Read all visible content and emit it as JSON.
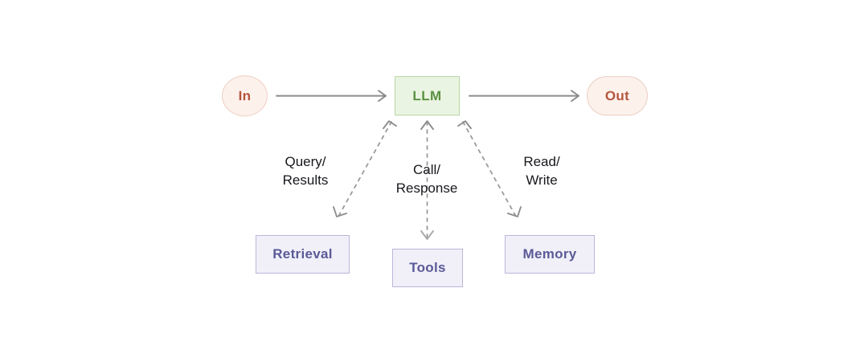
{
  "diagram": {
    "title": "LLM agent architecture flow",
    "background_color": "#ffffff",
    "nodes": {
      "input": {
        "label": "In",
        "shape": "circle",
        "fill": "#fdf1ec",
        "stroke": "#eccfc1",
        "text_color": "#b5553e"
      },
      "llm": {
        "label": "LLM",
        "shape": "rectangle",
        "fill": "#eaf4e2",
        "stroke": "#b9d8a4",
        "text_color": "#5a9141"
      },
      "output": {
        "label": "Out",
        "shape": "stadium",
        "fill": "#fdf1ec",
        "stroke": "#eccfc1",
        "text_color": "#b5553e"
      },
      "retrieval": {
        "label": "Retrieval",
        "shape": "rectangle",
        "fill": "#f1f0f9",
        "stroke": "#b9b7d8",
        "text_color": "#5b5a97"
      },
      "tools": {
        "label": "Tools",
        "shape": "rectangle",
        "fill": "#f1f0f9",
        "stroke": "#b9b7d8",
        "text_color": "#5b5a97"
      },
      "memory": {
        "label": "Memory",
        "shape": "rectangle",
        "fill": "#f1f0f9",
        "stroke": "#b9b7d8",
        "text_color": "#5b5a97"
      }
    },
    "edges": {
      "in_to_llm": {
        "label": "",
        "style": "solid",
        "direction": "forward",
        "color": "#8a8a8a"
      },
      "llm_to_out": {
        "label": "",
        "style": "solid",
        "direction": "forward",
        "color": "#8a8a8a"
      },
      "llm_retrieval": {
        "label": "Query/\nResults",
        "style": "dashed",
        "direction": "bidirectional",
        "color": "#9a9a9a"
      },
      "llm_tools": {
        "label": "Call/\nResponse",
        "style": "dashed",
        "direction": "bidirectional",
        "color": "#9a9a9a"
      },
      "llm_memory": {
        "label": "Read/\nWrite",
        "style": "dashed",
        "direction": "bidirectional",
        "color": "#9a9a9a"
      }
    }
  }
}
